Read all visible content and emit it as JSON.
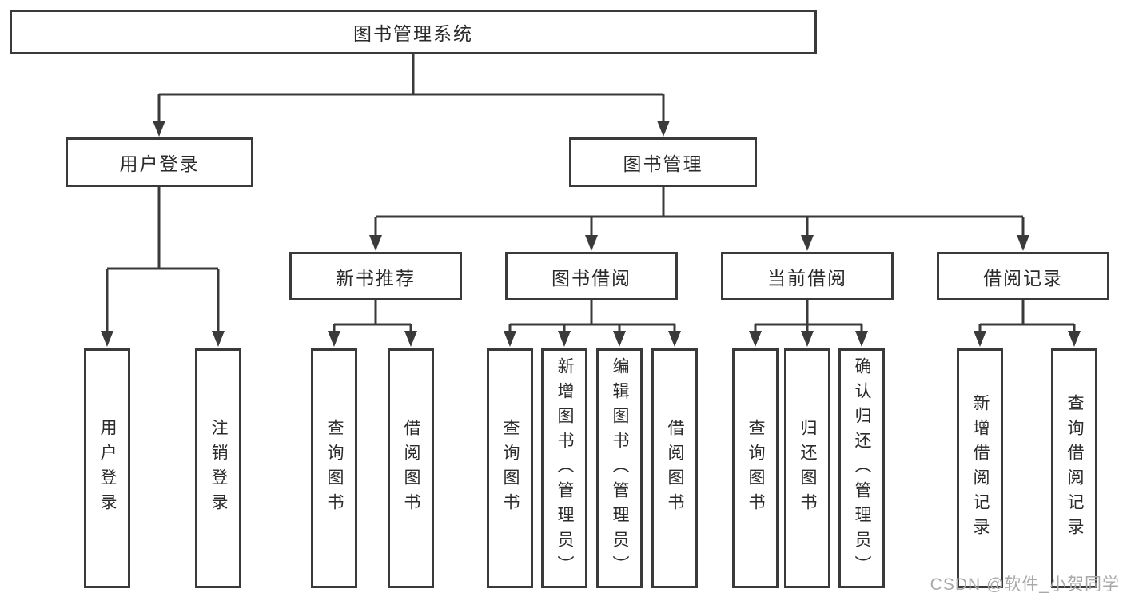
{
  "diagram": {
    "title": "图书管理系统",
    "type": "function-structure-tree",
    "colors": {
      "line": "#3a3a3a",
      "box_border": "#3a3a3a",
      "text": "#2b2b2b",
      "background": "#ffffff",
      "watermark": "#a9a9a9"
    },
    "nodes": {
      "root": {
        "label": "图书管理系统"
      },
      "login": {
        "label": "用户登录"
      },
      "book_mgmt": {
        "label": "图书管理"
      },
      "new_book": {
        "label": "新书推荐"
      },
      "book_borrow": {
        "label": "图书借阅"
      },
      "current_borrow": {
        "label": "当前借阅"
      },
      "borrow_records": {
        "label": "借阅记录"
      },
      "leaf_user_login": {
        "label": "用户登录"
      },
      "leaf_logout": {
        "label": "注销登录"
      },
      "leaf_newbook_query": {
        "label": "查询图书"
      },
      "leaf_newbook_borrow": {
        "label": "借阅图书"
      },
      "leaf_borrow_query": {
        "label": "查询图书"
      },
      "leaf_borrow_add": {
        "label": "新增图书（管理员）"
      },
      "leaf_borrow_edit": {
        "label": "编辑图书（管理员）"
      },
      "leaf_borrow_borrow": {
        "label": "借阅图书"
      },
      "leaf_current_query": {
        "label": "查询图书"
      },
      "leaf_current_return": {
        "label": "归还图书"
      },
      "leaf_current_confirm": {
        "label": "确认归还（管理员）"
      },
      "leaf_records_add": {
        "label": "新增借阅记录"
      },
      "leaf_records_query": {
        "label": "查询借阅记录"
      }
    },
    "hierarchy": {
      "图书管理系统": {
        "用户登录": [
          "用户登录",
          "注销登录"
        ],
        "图书管理": {
          "新书推荐": [
            "查询图书",
            "借阅图书"
          ],
          "图书借阅": [
            "查询图书",
            "新增图书（管理员）",
            "编辑图书（管理员）",
            "借阅图书"
          ],
          "当前借阅": [
            "查询图书",
            "归还图书",
            "确认归还（管理员）"
          ],
          "借阅记录": [
            "新增借阅记录",
            "查询借阅记录"
          ]
        }
      }
    },
    "watermark": "CSDN @软件_小贺同学"
  }
}
